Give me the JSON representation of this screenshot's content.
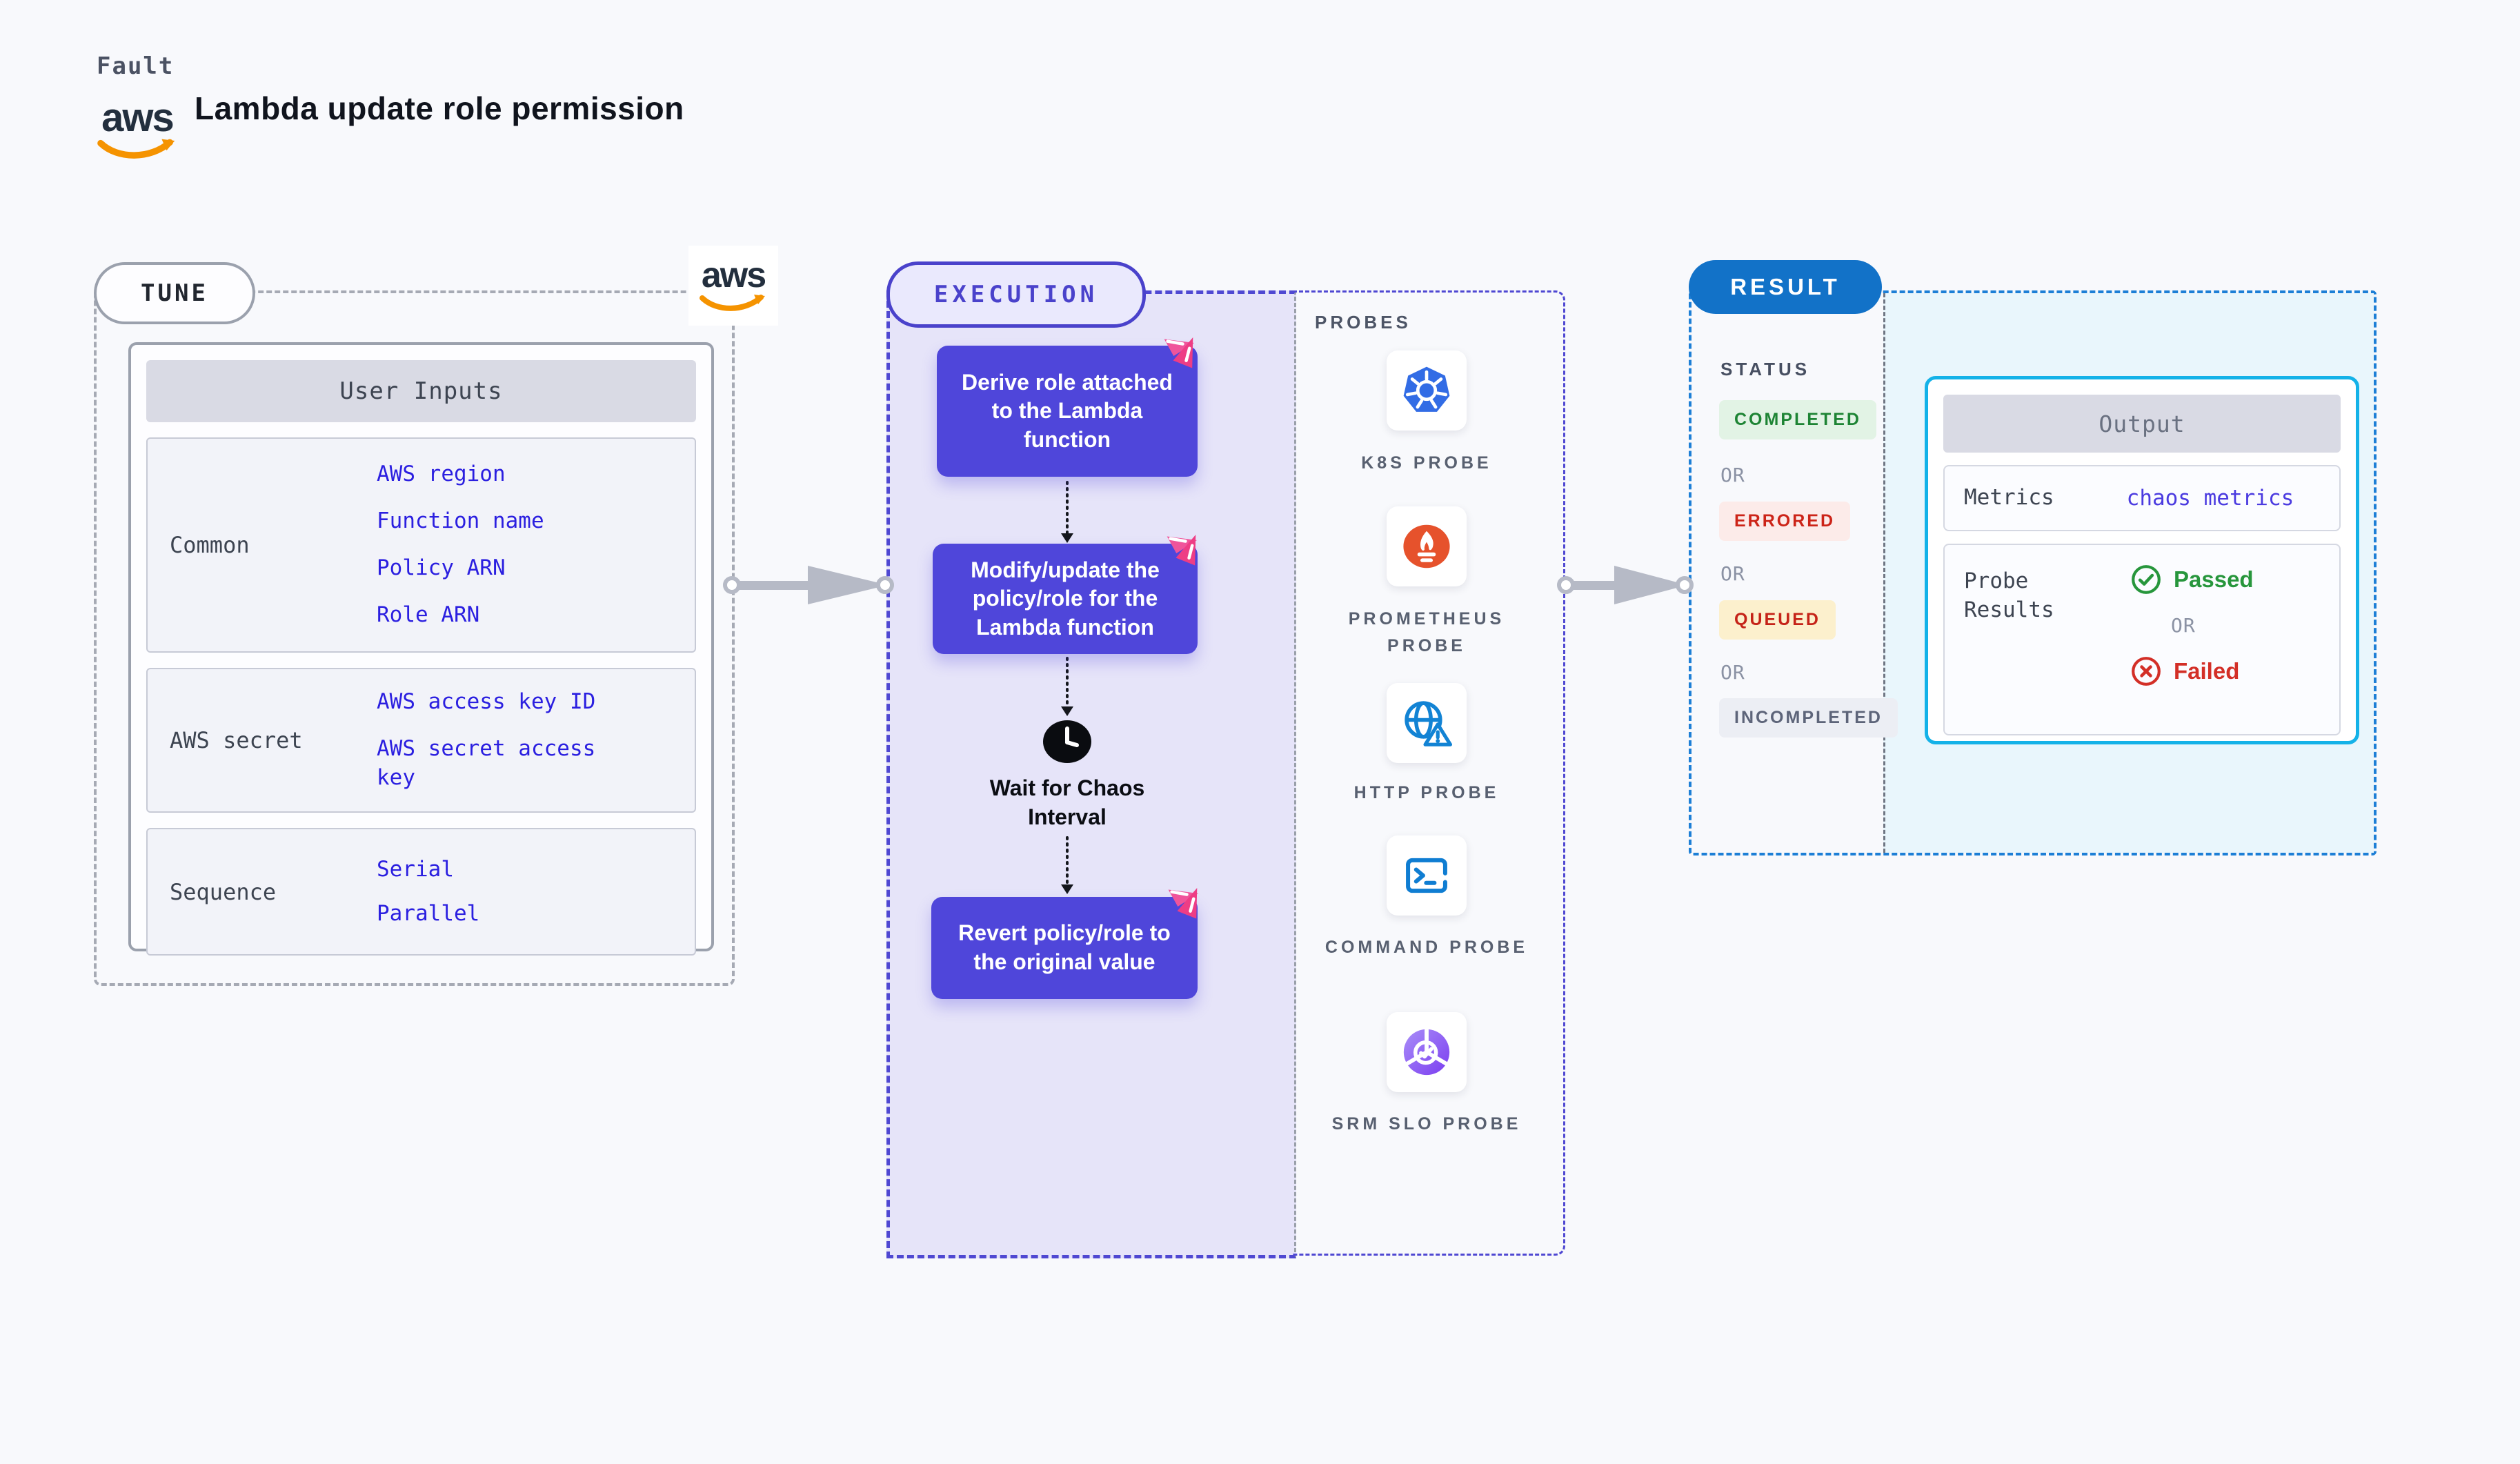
{
  "header": {
    "kicker": "Fault",
    "title": "Lambda update role permission",
    "aws_logo_text": "aws"
  },
  "tune": {
    "label": "TUNE",
    "aws_logo_text": "aws",
    "user_inputs": {
      "title": "User Inputs",
      "rows": [
        {
          "label": "Common",
          "values": [
            "AWS region",
            "Function name",
            "Policy ARN",
            "Role ARN"
          ]
        },
        {
          "label": "AWS secret",
          "values": [
            "AWS access key ID",
            "AWS secret access key"
          ]
        },
        {
          "label": "Sequence",
          "values": [
            "Serial",
            "Parallel"
          ]
        }
      ]
    }
  },
  "execution": {
    "label": "EXECUTION",
    "steps": [
      "Derive role attached to the Lambda function",
      "Modify/update the policy/role for the Lambda function",
      "Revert policy/role to the original value"
    ],
    "wait_label": "Wait for Chaos Interval"
  },
  "probes": {
    "title": "PROBES",
    "items": [
      {
        "icon": "kubernetes-icon",
        "label": "K8S PROBE"
      },
      {
        "icon": "prometheus-icon",
        "label": "PROMETHEUS PROBE"
      },
      {
        "icon": "http-globe-icon",
        "label": "HTTP PROBE"
      },
      {
        "icon": "terminal-icon",
        "label": "COMMAND PROBE"
      },
      {
        "icon": "slo-donut-icon",
        "label": "SRM SLO PROBE"
      }
    ]
  },
  "result": {
    "label": "RESULT",
    "status_title": "STATUS",
    "or_label": "OR",
    "statuses": [
      {
        "label": "COMPLETED",
        "text_color": "#1d8434",
        "bg": "#e2f3e5"
      },
      {
        "label": "ERRORED",
        "text_color": "#cc2418",
        "bg": "#fcebe9"
      },
      {
        "label": "QUEUED",
        "text_color": "#c52318",
        "bg": "#fcf0cd"
      },
      {
        "label": "INCOMPLETED",
        "text_color": "#5d6479",
        "bg": "#eceef4"
      }
    ],
    "output": {
      "title": "Output",
      "metrics_label": "Metrics",
      "metrics_value": "chaos metrics",
      "probe_results_label": "Probe Results",
      "passed_label": "Passed",
      "or_label": "OR",
      "failed_label": "Failed"
    }
  },
  "colors": {
    "page_bg": "#f8f9fc",
    "indigo_accent": "#4a42cb",
    "flow_box": "#4f46da",
    "lavender_bg": "#e6e4f9",
    "link_blue": "#2b1fe0",
    "result_blue": "#1272c8",
    "result_dash": "#1d7fd6",
    "cyan_border": "#14b2e8",
    "cyan_bg": "#e9f6fc",
    "passed_green": "#27963c",
    "failed_red": "#d32f27",
    "aws_orange": "#f59300",
    "aws_navy": "#232f3e",
    "chaos_pink": "#f0549b",
    "arrow_gray": "#b6bac6"
  }
}
